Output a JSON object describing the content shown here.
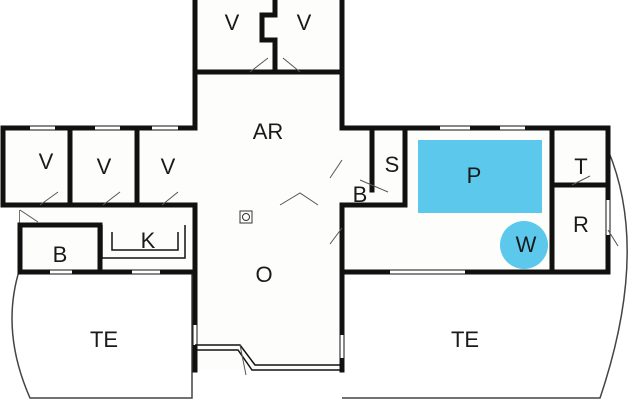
{
  "colors": {
    "pool": "#5bc8ec",
    "whirlpool": "#5bc8ec",
    "floor": "#fdfdfb",
    "wall": "#111111"
  },
  "rooms": {
    "bedroom_top_left": "V",
    "bedroom_top_right": "V",
    "utility": "AR",
    "bedroom_1": "V",
    "bedroom_2": "V",
    "bedroom_3": "V",
    "sauna": "S",
    "bathroom_right": "B",
    "pool": "P",
    "toilet": "T",
    "technical_room": "R",
    "whirlpool": "W",
    "bathroom_left": "B",
    "kitchen": "K",
    "living_room": "O",
    "terrace_left": "TE",
    "terrace_right": "TE"
  },
  "icons": {
    "stove": "stove-icon"
  }
}
